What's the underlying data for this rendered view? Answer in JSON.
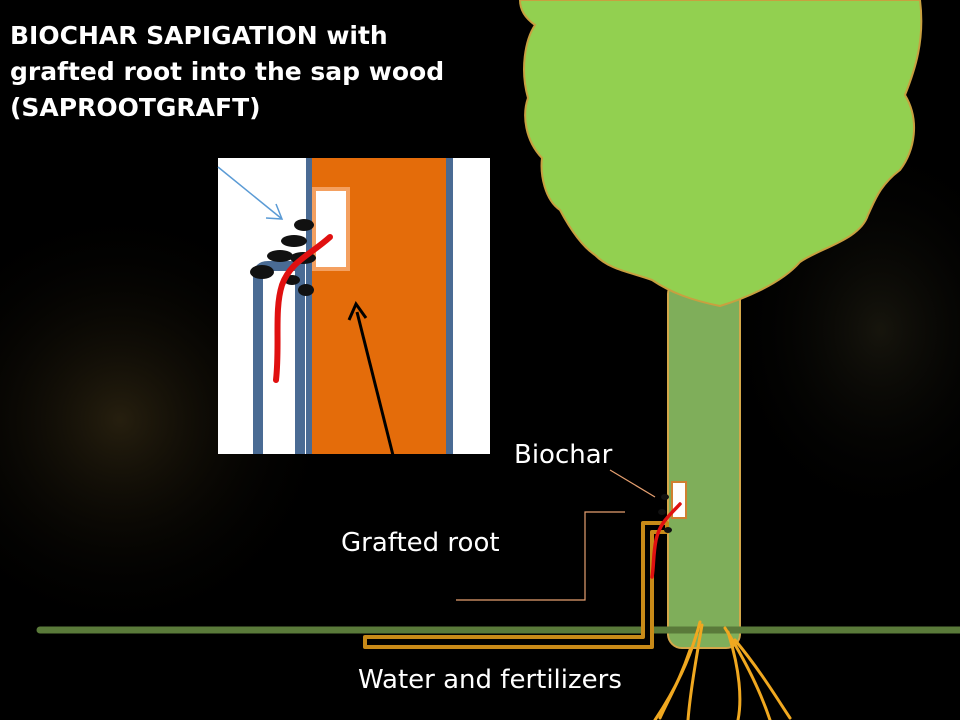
{
  "title": {
    "lines": [
      "BIOCHAR SAPIGATION with",
      "grafted root into the sap wood",
      "(SAPROOTGRAFT)"
    ]
  },
  "labels": {
    "biochar": "Biochar",
    "grafted_root": "Grafted root",
    "water_fertilizers": "Water and fertilizers"
  },
  "colors": {
    "background": "#000000",
    "canopy": "#92d050",
    "canopy_edge": "#c8a040",
    "trunk": "#7fae5a",
    "trunk_edge": "#d4a84a",
    "ground_line": "#5a7a3a",
    "tube": "#c88a18",
    "roots": "#f0a820",
    "root_graft": "#e01010",
    "sapwood": "#e46c0a",
    "bark": "#4a6b94",
    "biochar": "#111111",
    "arrow_blue": "#5b9bd5"
  }
}
